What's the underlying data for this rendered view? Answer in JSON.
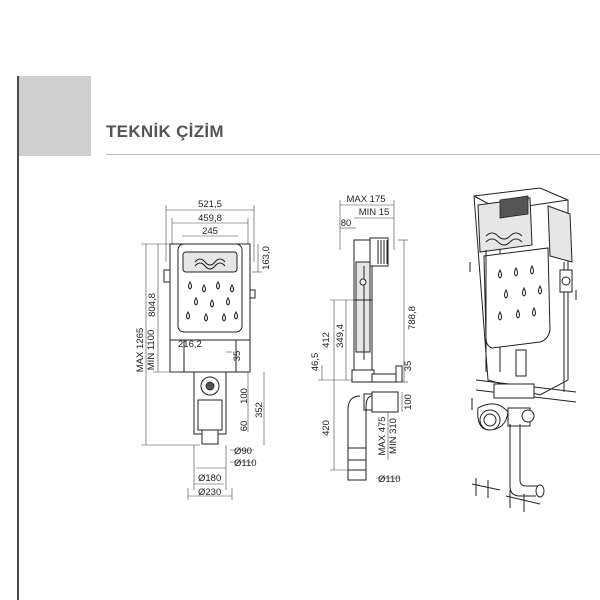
{
  "page": {
    "title": "TEKNİK ÇİZİM"
  },
  "front_view": {
    "width_total": "521,5",
    "width_frame": "459,8",
    "width_cistern": "245",
    "top_offset": "163,0",
    "height_range": "MAX 1265",
    "height_min": "MIN 1100",
    "height_cistern": "804,8",
    "outlet_height": "216,2",
    "outlet_gap": "35",
    "drop_a": "100",
    "drop_b": "60",
    "drop_total": "352",
    "dia_90": "Ø90",
    "dia_110": "Ø110",
    "dia_180": "Ø180",
    "dia_230": "Ø230"
  },
  "side_view": {
    "depth_max": "MAX 175",
    "depth_min": "MIN 15",
    "depth_80": "80",
    "height_total": "788,8",
    "height_412": "412",
    "height_349": "349,4",
    "height_46": "46,5",
    "gap_35": "35",
    "gap_100": "100",
    "bottom_420": "420",
    "bottom_max": "MAX 475",
    "bottom_min": "MIN 310",
    "dia_110": "Ø110"
  }
}
